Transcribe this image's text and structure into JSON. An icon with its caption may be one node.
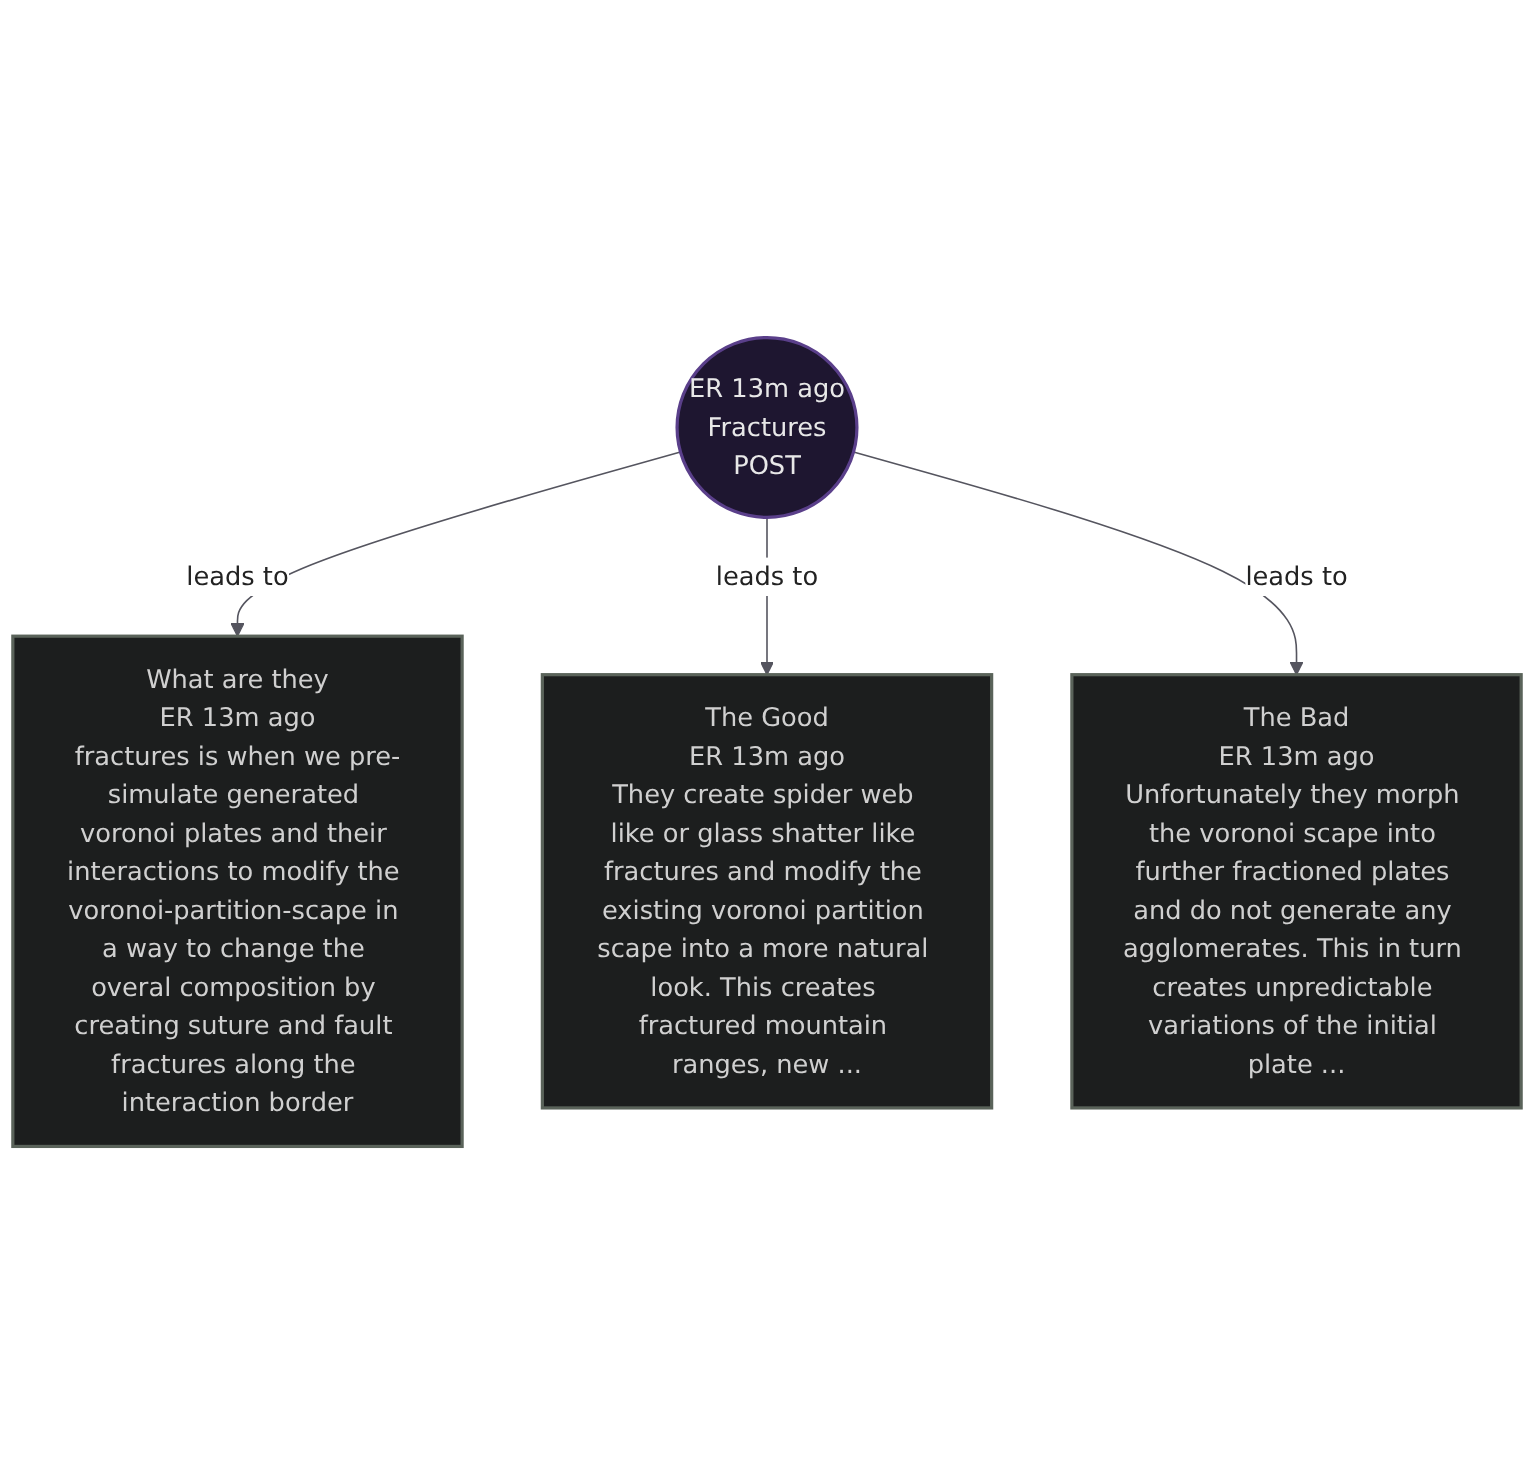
{
  "diagram": {
    "nodes": [
      {
        "text": [
          "ER 13m ago",
          "Fractures",
          "POST"
        ]
      },
      {
        "text": [
          "What are they",
          "ER 13m ago",
          "fractures is when we pre-simulate generated voronoi plates and their interactions to modify the voronoi-partition-scape in a way to change the overal composition by creating suture and fault fractures along the interaction border"
        ]
      },
      {
        "text": [
          "The Good",
          "ER 13m ago",
          "They create spider web like or glass shatter like fractures and modify the existing voronoi partition scape into a more natural look. This creates fractured mountain ranges, new ..."
        ]
      },
      {
        "text": [
          "The Bad",
          "ER 13m ago",
          "Unfortunately they morph the voronoi scape into further fractioned plates and do not generate any agglomerates. This in turn creates unpredictable variations of the initial plate ..."
        ]
      }
    ],
    "edges": [
      {
        "from": 0,
        "to": 1,
        "arrow": "to",
        "label": "leads to"
      },
      {
        "from": 0,
        "to": 2,
        "arrow": "to",
        "label": "leads to"
      },
      {
        "from": 0,
        "to": 3,
        "arrow": "to",
        "label": "leads to"
      }
    ]
  }
}
